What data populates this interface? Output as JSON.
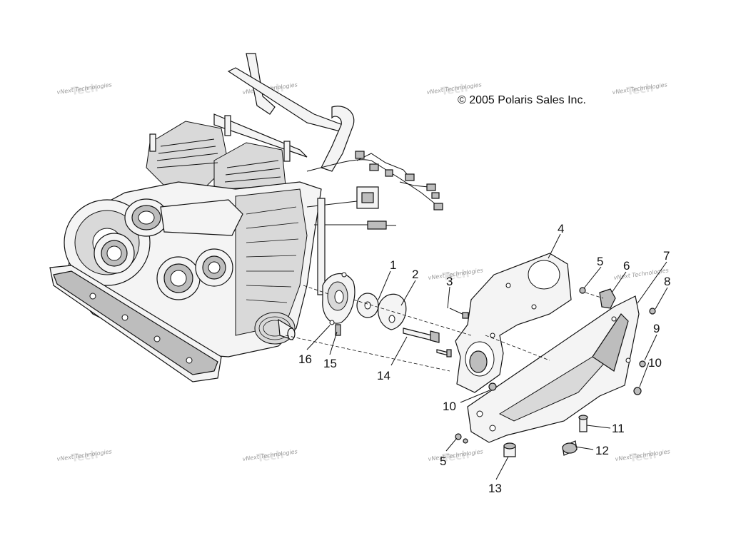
{
  "copyright": "© 2005 Polaris Sales Inc.",
  "watermark": "vNext Technologies",
  "callouts": [
    "1",
    "2",
    "3",
    "4",
    "5",
    "6",
    "7",
    "8",
    "9",
    "10",
    "10",
    "11",
    "12",
    "13",
    "14",
    "15",
    "16",
    "5"
  ]
}
